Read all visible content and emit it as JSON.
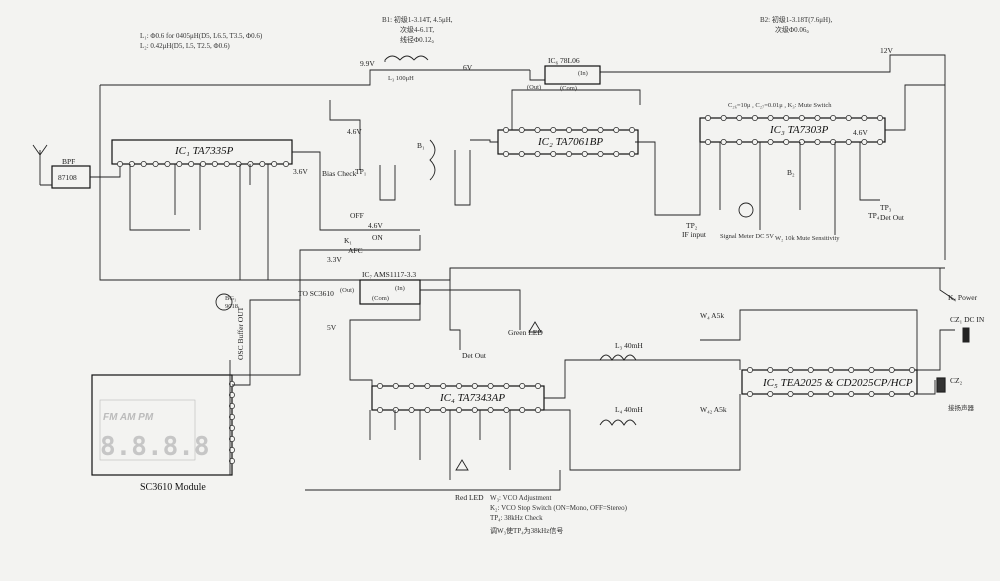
{
  "header_notes": {
    "l1": "L₁: Φ0.6 for 0405μH(D5, L6.5, T3.5, Φ0.6)",
    "l2": "L₂: 0.42μH(D5, L5, T2.5, Φ0.6)",
    "b1a": "B1: 初级1-3.14T, 4.5μH,",
    "b1b": "次级4-6.1T,",
    "b1c": "线径Φ0.12。",
    "b2a": "B2: 初级1-3.18T(7.6μH),",
    "b2b": "次级Φ0.06。"
  },
  "ics": {
    "ic1": "IC₁ TA7335P",
    "ic2": "IC₂ TA7061BP",
    "ic3": "IC₃ TA7303P",
    "ic4": "IC₄ TA7343AP",
    "ic5": "IC₅  TEA2025 & CD2025CP/HCP",
    "ic6": "IC₆ 78L06",
    "ic7": "IC₇ AMS1117-3.3"
  },
  "labels": {
    "bpf": "BPF",
    "bpf_val": "87108",
    "v99": "9.9V",
    "v6": "6V",
    "v12": "12V",
    "v36": "3.6V",
    "v46": "4.6V",
    "v46b": "4.6V",
    "v4": "4.6V",
    "v33": "3.3V",
    "v5": "5V",
    "bias_check": "Bias Check",
    "tp1": "TP₁",
    "tp2": "TP₂",
    "tp3": "TP₃",
    "tp4": "TP₄",
    "afc": "AFC",
    "off": "OFF",
    "on": "ON",
    "k1": "K₁",
    "mute_switch": "C₂₆=10μ , C₂₇=0.01μ , K₃: Mute Switch",
    "if_input": "IF input",
    "det_out": "Det Out",
    "det_out2": "Det Out",
    "signal_meter": "Signal Meter DC 5V",
    "mute_sens": "W₂ 10k Mute Sensitivity",
    "to_sc3610": "TO SC3610",
    "osc_buffer": "OSC Buffer OUT",
    "green_led": "Green LED",
    "red_led": "Red LED",
    "power": "K₄ Power",
    "dc_in": "CZ₁ DC IN",
    "cz2": "CZ₂",
    "speaker": "接扬声器",
    "in": "(In)",
    "out": "(Out)",
    "com": "(Com)",
    "l3": "L₃ 40mH",
    "l4": "L₄ 40mH",
    "b1": "B₁",
    "b2": "B₂",
    "bg1": "BG₁",
    "bg1_val": "9018",
    "ind_l3": "L₃ 100μH",
    "w4": "W₄ A5k",
    "w5": "W₄₂ A5k"
  },
  "module": {
    "title": "SC3610 Module",
    "glyphs": "8.8.8.8",
    "small": "FM AM PM"
  },
  "bottom_notes": {
    "w3": "W₃: VCO Adjustment",
    "k2": "K₂: VCO Stop Switch (ON=Mono, OFF=Stereo)",
    "tp4": "TP₄: 38kHz Check",
    "cn": "调W₃使TP₄为38kHz信号"
  }
}
